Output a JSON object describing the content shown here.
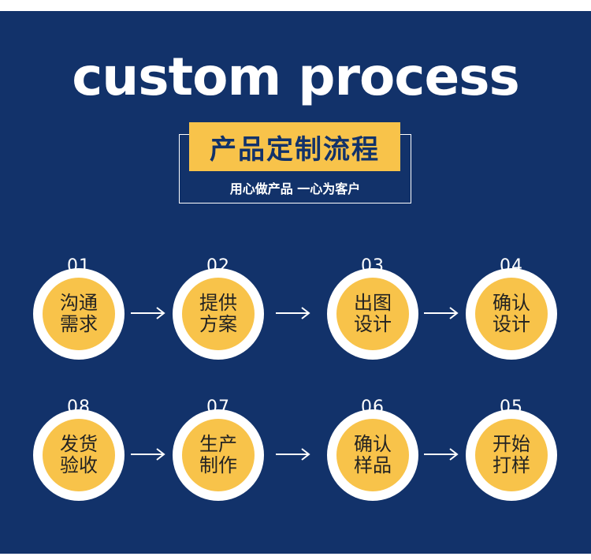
{
  "header": {
    "title": "custom process",
    "badge": "产品定制流程",
    "slogan": "用心做产品 一心为客户"
  },
  "colors": {
    "background": "#12326a",
    "accent": "#f8c34a",
    "circle": "#ffffff"
  },
  "steps": [
    {
      "num": "01",
      "label": "沟通需求"
    },
    {
      "num": "02",
      "label": "提供方案"
    },
    {
      "num": "03",
      "label": "出图设计"
    },
    {
      "num": "04",
      "label": "确认设计"
    },
    {
      "num": "05",
      "label": "开始打样"
    },
    {
      "num": "06",
      "label": "确认样品"
    },
    {
      "num": "07",
      "label": "生产制作"
    },
    {
      "num": "08",
      "label": "发货验收"
    }
  ],
  "arrow_icon": "arrow-right-icon"
}
